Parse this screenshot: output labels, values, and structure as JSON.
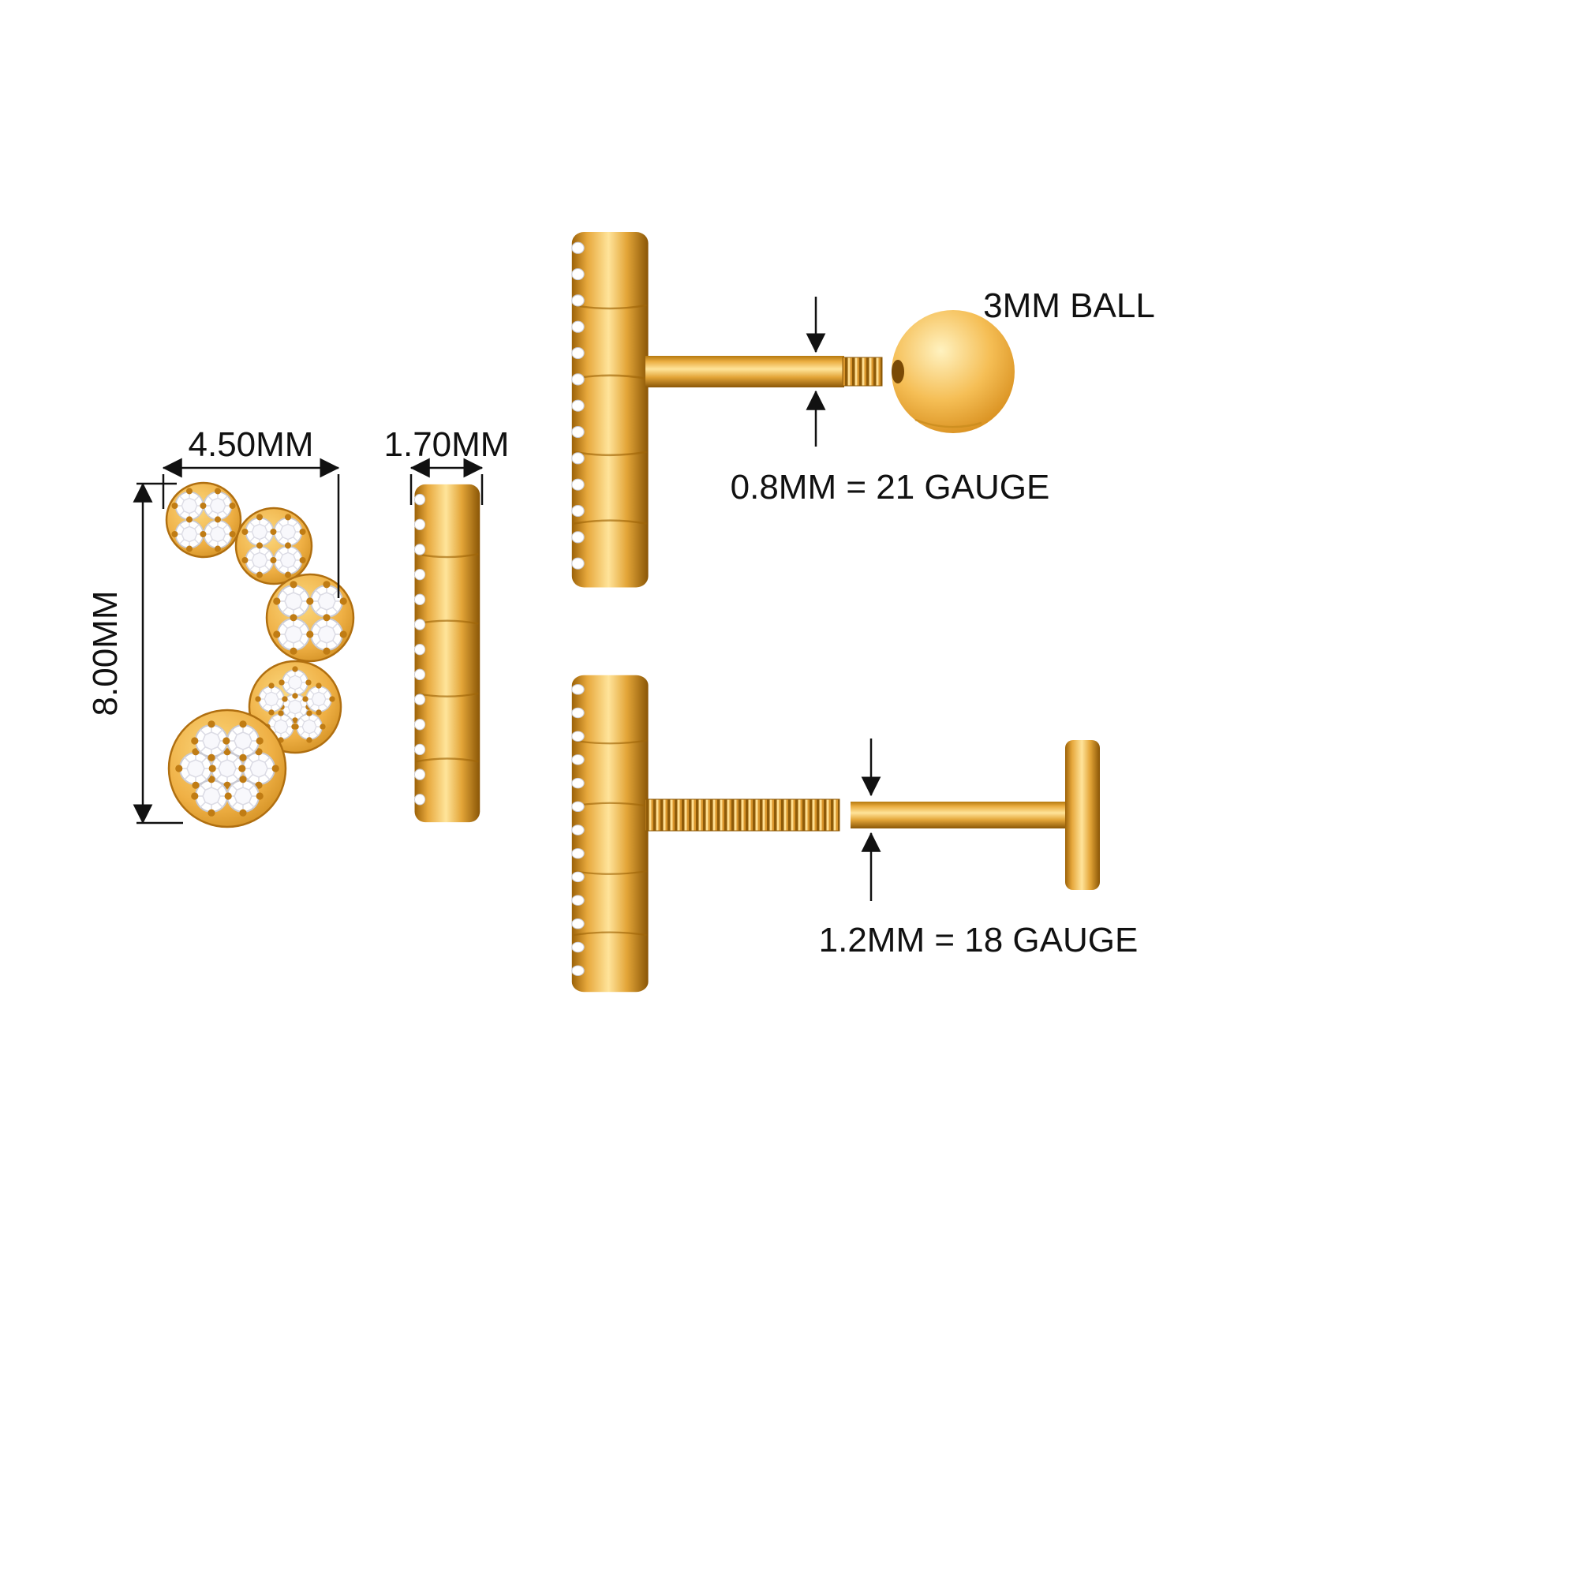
{
  "labels": {
    "front_width": "4.50MM",
    "front_height": "8.00MM",
    "side_thickness": "1.70MM",
    "ball": "3MM BALL",
    "top_gauge": "0.8MM = 21 GAUGE",
    "bottom_gauge": "1.2MM = 18 GAUGE"
  },
  "colors": {
    "gold": "#E8A83C",
    "gold_dark": "#8A5606",
    "gold_light": "#FFE49A",
    "diamond": "#FFFFFF",
    "dimension_line": "#111111",
    "background": "#FFFFFF"
  }
}
